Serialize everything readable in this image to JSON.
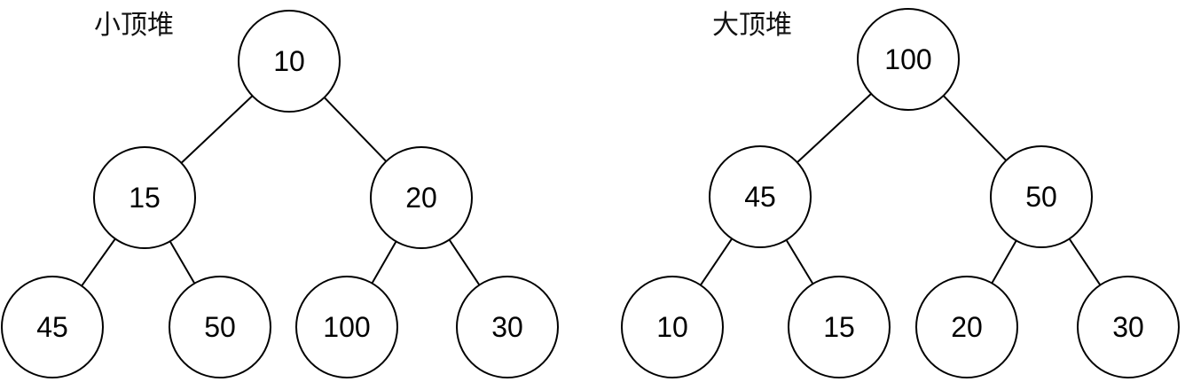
{
  "diagrams": [
    {
      "title": "小顶堆",
      "nodes": [
        {
          "id": "n0",
          "value": "10"
        },
        {
          "id": "n1",
          "value": "15"
        },
        {
          "id": "n2",
          "value": "20"
        },
        {
          "id": "n3",
          "value": "45"
        },
        {
          "id": "n4",
          "value": "50"
        },
        {
          "id": "n5",
          "value": "100"
        },
        {
          "id": "n6",
          "value": "30"
        }
      ],
      "edges": [
        [
          "n0",
          "n1"
        ],
        [
          "n0",
          "n2"
        ],
        [
          "n1",
          "n3"
        ],
        [
          "n1",
          "n4"
        ],
        [
          "n2",
          "n5"
        ],
        [
          "n2",
          "n6"
        ]
      ]
    },
    {
      "title": "大顶堆",
      "nodes": [
        {
          "id": "n0",
          "value": "100"
        },
        {
          "id": "n1",
          "value": "45"
        },
        {
          "id": "n2",
          "value": "50"
        },
        {
          "id": "n3",
          "value": "10"
        },
        {
          "id": "n4",
          "value": "15"
        },
        {
          "id": "n5",
          "value": "20"
        },
        {
          "id": "n6",
          "value": "30"
        }
      ],
      "edges": [
        [
          "n0",
          "n1"
        ],
        [
          "n0",
          "n2"
        ],
        [
          "n1",
          "n3"
        ],
        [
          "n1",
          "n4"
        ],
        [
          "n2",
          "n5"
        ],
        [
          "n2",
          "n6"
        ]
      ]
    }
  ],
  "style": {
    "stroke_color": "#000000",
    "node_fill": "#ffffff",
    "text_color": "#000000"
  }
}
